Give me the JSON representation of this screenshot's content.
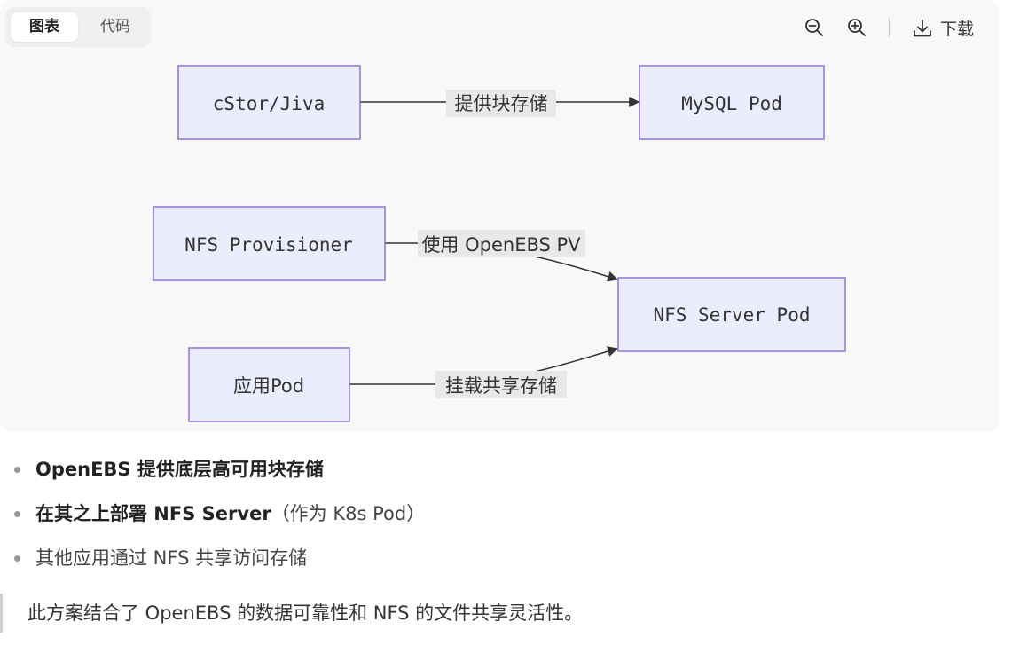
{
  "toolbar": {
    "tab_chart": "图表",
    "tab_code": "代码",
    "zoom_out_icon": "zoom-out-icon",
    "zoom_in_icon": "zoom-in-icon",
    "download_icon": "download-icon",
    "download_label": "下载"
  },
  "diagram": {
    "colors": {
      "node_fill": "#ECECFF",
      "node_stroke": "#9370DB",
      "edge": "#333333",
      "edge_label_bg": "#E8E8E8"
    },
    "nodes": {
      "cstor": "cStor/Jiva",
      "mysql": "MySQL Pod",
      "nfs_provisioner": "NFS Provisioner",
      "nfs_server": "NFS Server Pod",
      "app_pod": "应用Pod"
    },
    "edges": {
      "cstor_to_mysql": "提供块存储",
      "provisioner_to_server": "使用 OpenEBS PV",
      "app_to_server": "挂载共享存储"
    }
  },
  "bullets": [
    {
      "bold": "OpenEBS 提供底层高可用块存储",
      "rest": ""
    },
    {
      "bold": "在其之上部署 NFS Server",
      "rest": "（作为 K8s Pod）"
    },
    {
      "bold": "",
      "rest": "其他应用通过 NFS 共享访问存储"
    }
  ],
  "quote": "此方案结合了 OpenEBS 的数据可靠性和 NFS 的文件共享灵活性。"
}
